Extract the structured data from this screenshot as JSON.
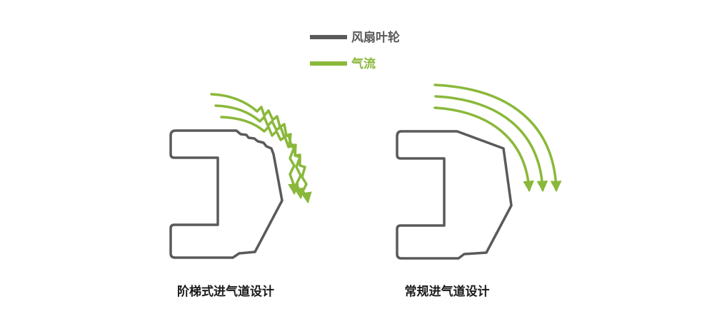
{
  "legend": {
    "impeller_label": "风扇叶轮",
    "airflow_label": "气流"
  },
  "captions": {
    "stepped": "阶梯式进气道设计",
    "conventional": "常规进气道设计"
  },
  "colors": {
    "impeller": "#5a5a5a",
    "airflow": "#8ab83a",
    "caption": "#1a1a1a"
  }
}
